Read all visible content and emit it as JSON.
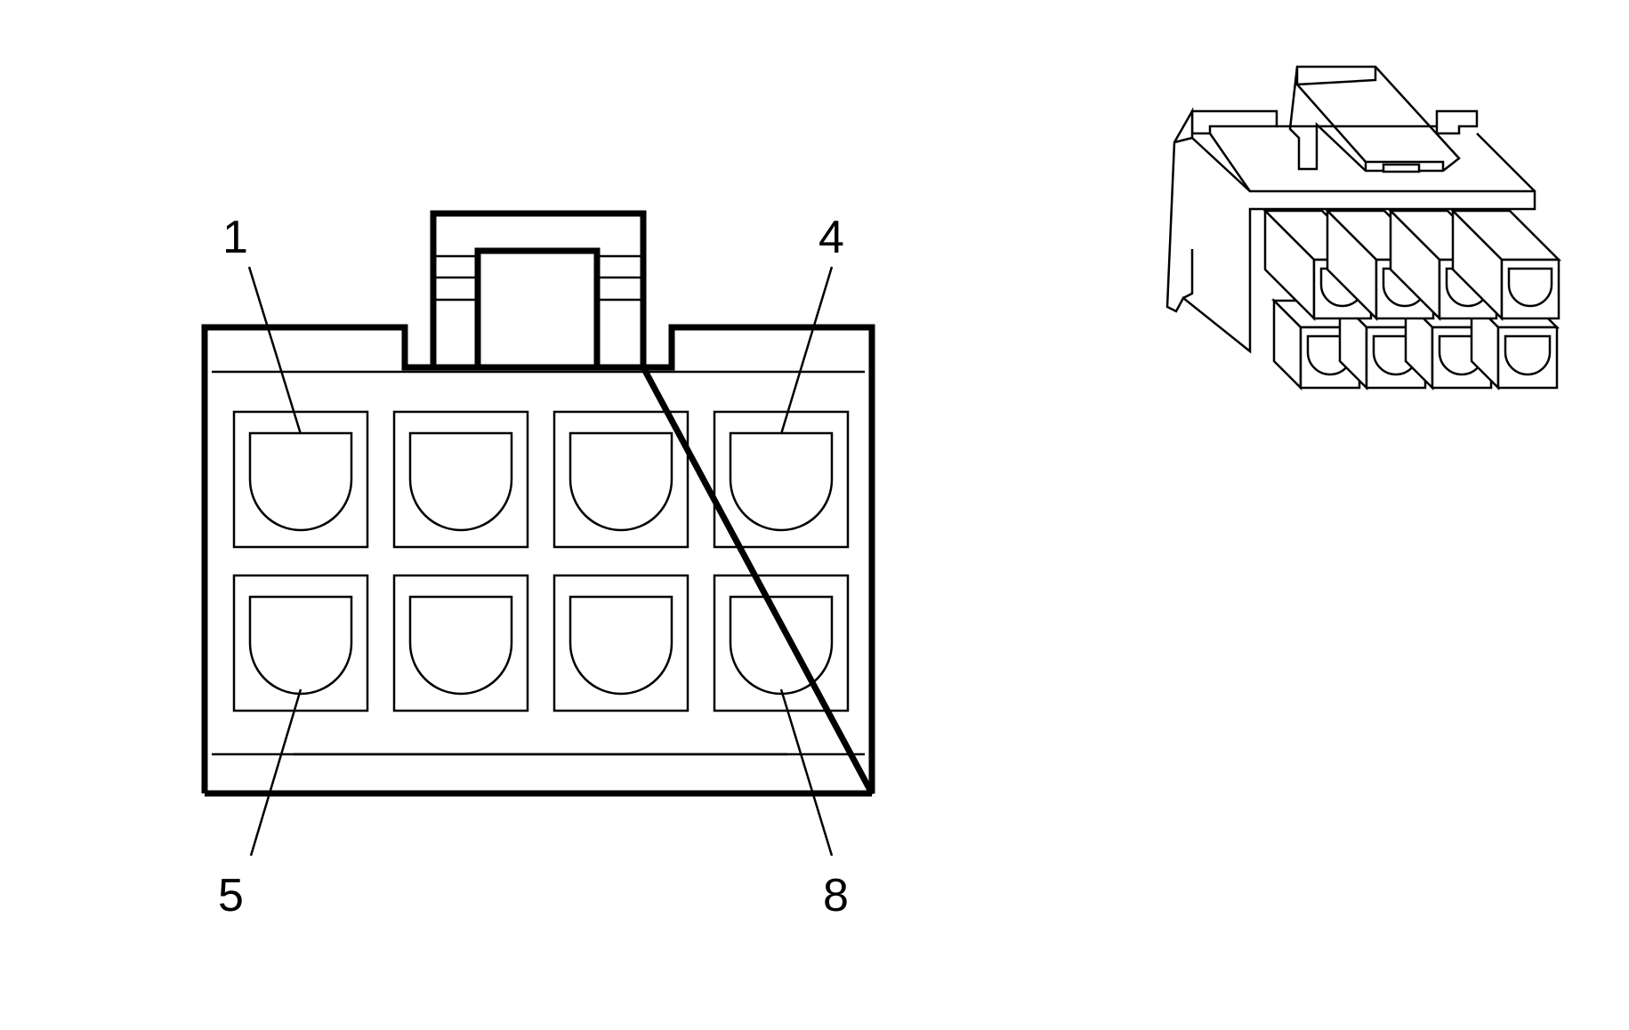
{
  "pin_labels": {
    "pin1": "1",
    "pin4": "4",
    "pin5": "5",
    "pin8": "8"
  },
  "rows": 2,
  "cols": 4
}
